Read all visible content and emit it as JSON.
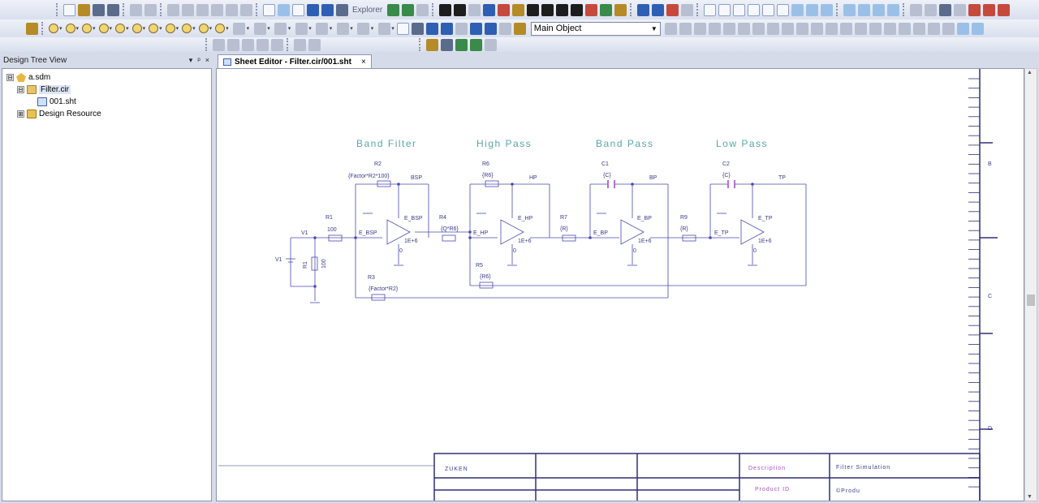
{
  "toolbar": {
    "explorer_label": "Explorer",
    "main_object_value": "Main Object"
  },
  "tree": {
    "header_title": "Design Tree View",
    "header_controls": [
      "▾",
      "ᵖ",
      "×"
    ],
    "items": [
      {
        "label": "a.sdm",
        "expander": "⊟"
      },
      {
        "label": "Filter.cir",
        "expander": "⊟"
      },
      {
        "label": "001.sht"
      },
      {
        "label": "Design Resource",
        "expander": "⊞"
      }
    ]
  },
  "editor": {
    "tab_label": "Sheet Editor - Filter.cir/001.sht",
    "tab_close": "×"
  },
  "schematic": {
    "section_titles": [
      "Band Filter",
      "High Pass",
      "Band Pass",
      "Low Pass"
    ],
    "components": {
      "v1": {
        "ref": "V1",
        "ref2": "V1"
      },
      "r1": {
        "ref": "R1",
        "value": "100",
        "vert_ref": "R1",
        "vert_value": "100"
      },
      "r2": {
        "ref": "R2",
        "value": "{Factor*R2*100}"
      },
      "r3": {
        "ref": "R3",
        "value": "{Factor*R2}"
      },
      "r4": {
        "ref": "R4",
        "value": "{Q*R6}"
      },
      "r5": {
        "ref": "R5",
        "value": "{R6}"
      },
      "r6": {
        "ref": "R6",
        "value": "{R6}"
      },
      "r7": {
        "ref": "R7",
        "value": "{R}"
      },
      "r9": {
        "ref": "R9",
        "value": "{R}"
      },
      "c1": {
        "ref": "C1",
        "value": "{C}"
      },
      "c2": {
        "ref": "C2",
        "value": "{C}"
      }
    },
    "nets": {
      "bsp": "BSP",
      "hp": "HP",
      "bp": "BP",
      "tp": "TP"
    },
    "opamps": [
      {
        "name": "E_BSP",
        "in_label": "E_BSP",
        "gain": "1E+6",
        "zero": "0"
      },
      {
        "name": "E_HP",
        "in_label": "E_HP",
        "gain": "1E+6",
        "zero": "0"
      },
      {
        "name": "E_BP",
        "in_label": "E_BP",
        "gain": "1E+6",
        "zero": "0"
      },
      {
        "name": "E_TP",
        "in_label": "E_TP",
        "gain": "1E+6",
        "zero": "0"
      }
    ],
    "frame_letters": [
      "B",
      "C",
      "D"
    ],
    "title_block": {
      "company": "ZUKEN",
      "description_label": "Description",
      "description_value": "Filter Simulation",
      "product_id_label": "Product ID",
      "product_id_value": "©Produ"
    }
  }
}
